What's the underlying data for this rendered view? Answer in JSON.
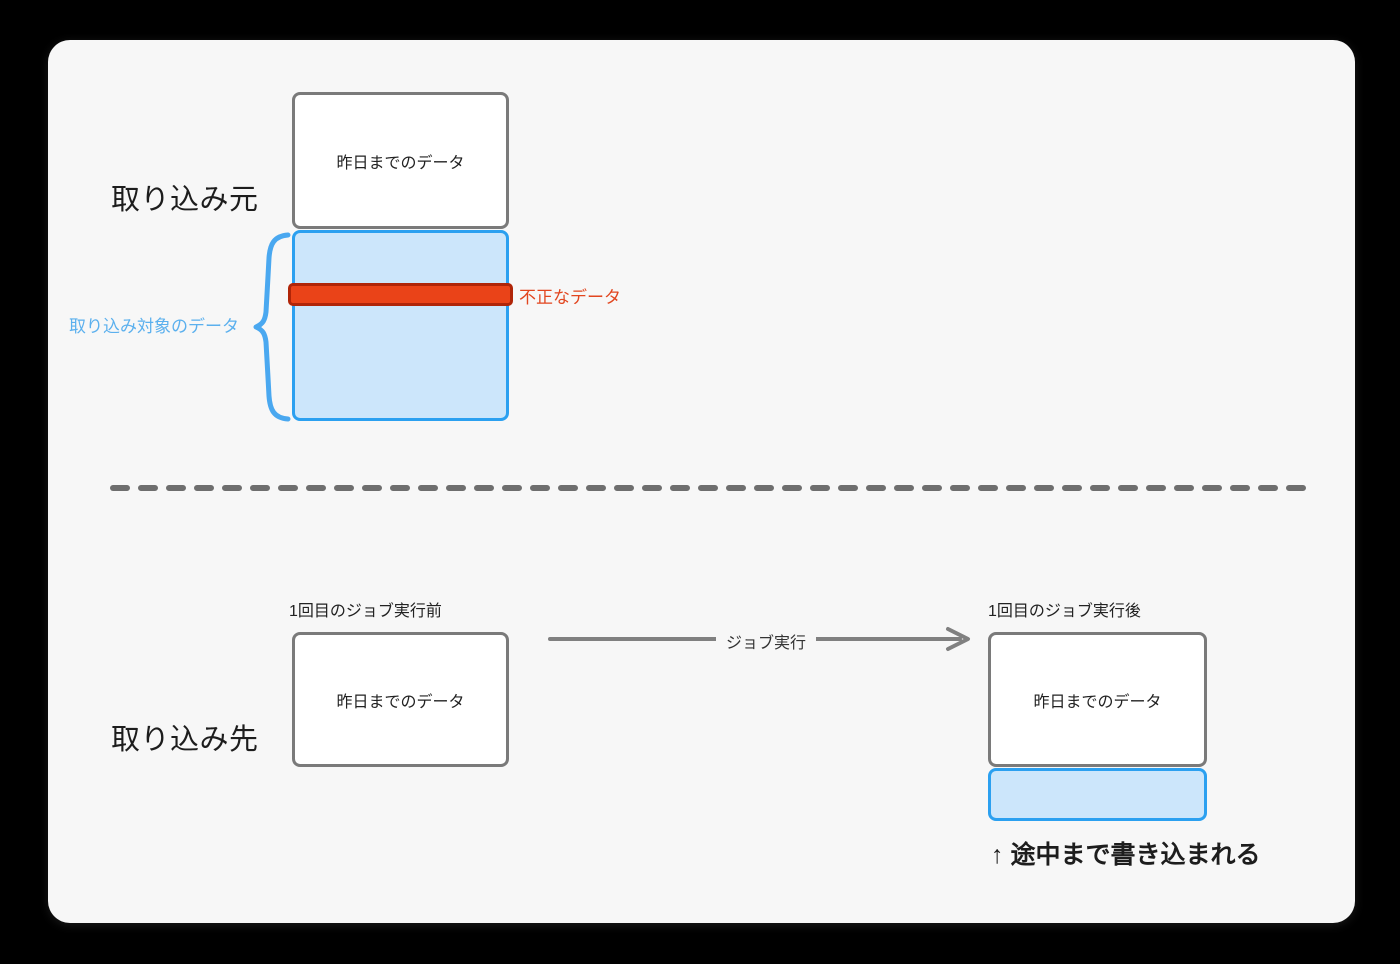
{
  "diagram": {
    "title_source": "取り込み元",
    "title_target": "取り込み先",
    "source": {
      "existing_box_label": "昨日までのデータ",
      "incoming_box_label": "",
      "bracket_label": "取り込み対象のデータ",
      "invalid_band_label": "不正なデータ"
    },
    "target": {
      "before_caption": "1回目のジョブ実行前",
      "before_box_label": "昨日までのデータ",
      "after_caption": "1回目のジョブ実行後",
      "after_box_label": "昨日までのデータ",
      "after_partial_label": "",
      "footnote": "↑ 途中まで書き込まれる"
    },
    "arrow": {
      "label": "ジョブ実行"
    },
    "colors": {
      "page_background": "#000000",
      "card_background": "#f7f7f7",
      "box_border_gray": "#7a7a7a",
      "box_border_blue": "#2ba0f0",
      "box_fill_blue": "#cce6fb",
      "invalid_fill": "#ea4318",
      "invalid_border": "#b02508",
      "invalid_text": "#e2461f",
      "bracket_blue": "#4aa8f0",
      "bracket_text": "#5bb0ee",
      "divider_gray": "#6e6e6e",
      "arrow_gray": "#808080",
      "title_text": "#1d1d1d"
    }
  }
}
